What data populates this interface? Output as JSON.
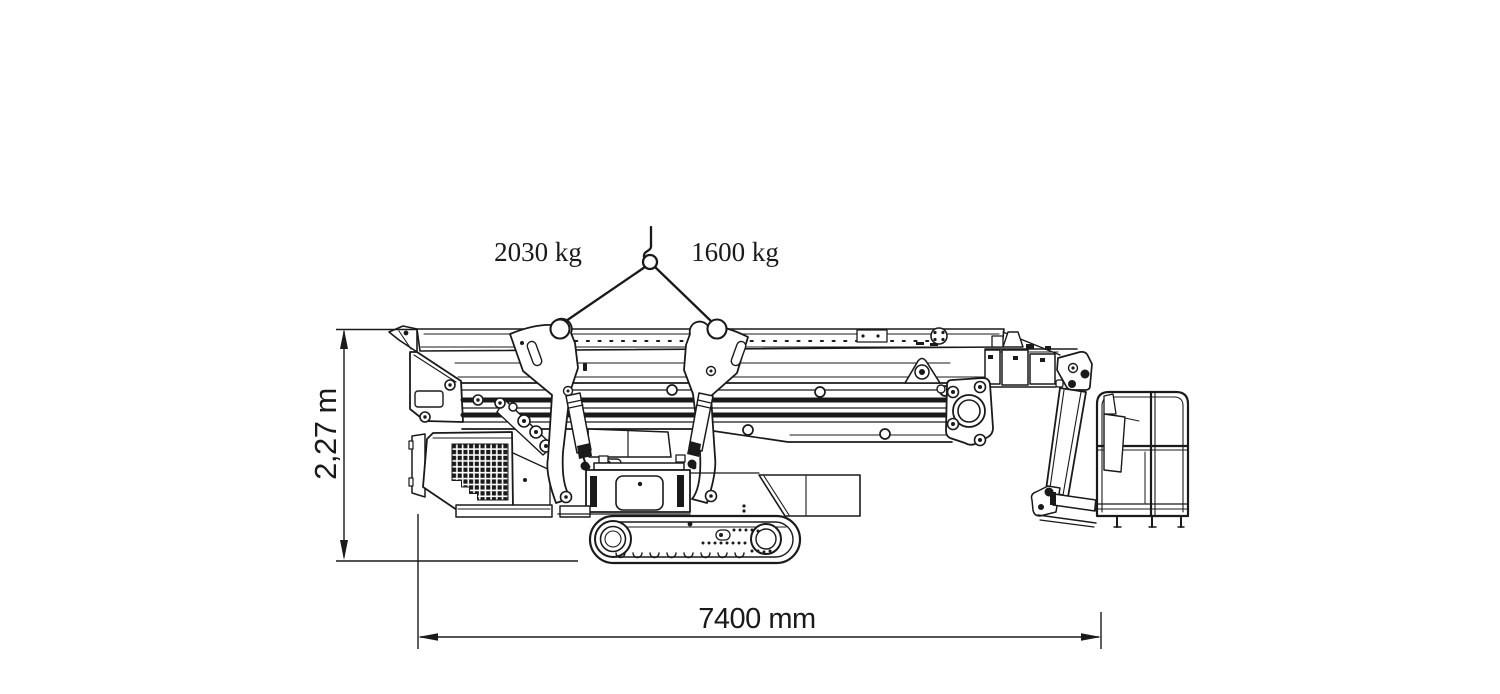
{
  "page": {
    "background": "#ffffff"
  },
  "figure": {
    "type": "technical line drawing",
    "subject": "Tracked spider boom lift (crawler aerial work platform), side view in stowed transport position, with lifting sling and hook",
    "ink_color": "#1a1a1a",
    "labels": {
      "sling_left_weight": "2030 kg",
      "sling_right_weight": "1600 kg",
      "overall_height": "2,27 m",
      "overall_length": "7400 mm"
    }
  }
}
